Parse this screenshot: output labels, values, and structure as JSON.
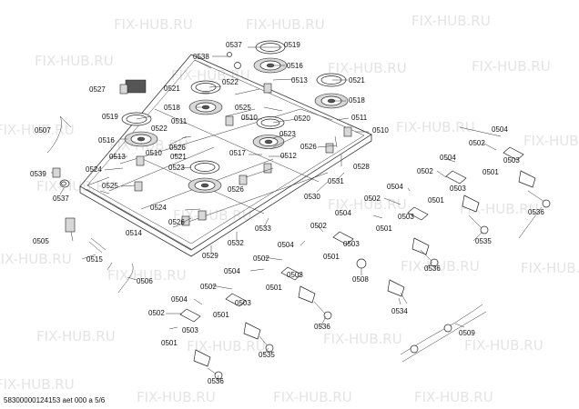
{
  "watermark": "FIX-HUB.RU",
  "doc_code": "58300000124153 aet 000 a 5/6",
  "part_labels": {
    "p0537a": "0537",
    "p0519a": "0519",
    "p0538": "0538",
    "p0516a": "0516",
    "p0513a": "0513",
    "p0521a": "0521",
    "p0527": "0527",
    "p0521b": "0521",
    "p0522a": "0522",
    "p0525a": "0525",
    "p0518a": "0518",
    "p0518b": "0518",
    "p0511a": "0511",
    "p0510a": "0510",
    "p0519b": "0519",
    "p0511b": "0511",
    "p0520": "0520",
    "p0510b": "0510",
    "p0522b": "0522",
    "p0507": "0507",
    "p0516b": "0516",
    "p0526a": "0526",
    "p0517": "0517",
    "p0523a": "0523",
    "p0526b": "0526",
    "p0510c": "0510",
    "p0512": "0512",
    "p0528": "0528",
    "p0513b": "0513",
    "p0521c": "0521",
    "p0524a": "0524",
    "p0523b": "0523",
    "p0539": "0539",
    "p0525b": "0525",
    "p0526c": "0526",
    "p0531": "0531",
    "p0537b": "0537",
    "p0530": "0530",
    "p0524b": "0524",
    "p0526d": "0526",
    "p0533": "0533",
    "p0505": "0505",
    "p0514": "0514",
    "p0532": "0532",
    "p0529": "0529",
    "p0515": "0515",
    "p0506": "0506",
    "p0508": "0508",
    "p0534": "0534",
    "p0509": "0509",
    "p0504a": "0504",
    "p0502a": "0502",
    "p0503a": "0503",
    "p0501a": "0501",
    "p0536a": "0536",
    "p0504b": "0504",
    "p0502b": "0502",
    "p0503b": "0503",
    "p0501b": "0501",
    "p0504c": "0504",
    "p0502c": "0502",
    "p0503c": "0503",
    "p0501c": "0501",
    "p0535a": "0535",
    "p0504d": "0504",
    "p0502d": "0502",
    "p0503d": "0503",
    "p0501d": "0501",
    "p0536b": "0536",
    "p0504e": "0504",
    "p0502e": "0502",
    "p0503e": "0503",
    "p0501e": "0501",
    "p0536c": "0536",
    "p0504f": "0504",
    "p0502f": "0502",
    "p0503f": "0503",
    "p0501f": "0501",
    "p0535b": "0535",
    "p0504g": "0504",
    "p0502g": "0502",
    "p0503g": "0503",
    "p0501g": "0501",
    "p0536d": "0536"
  }
}
